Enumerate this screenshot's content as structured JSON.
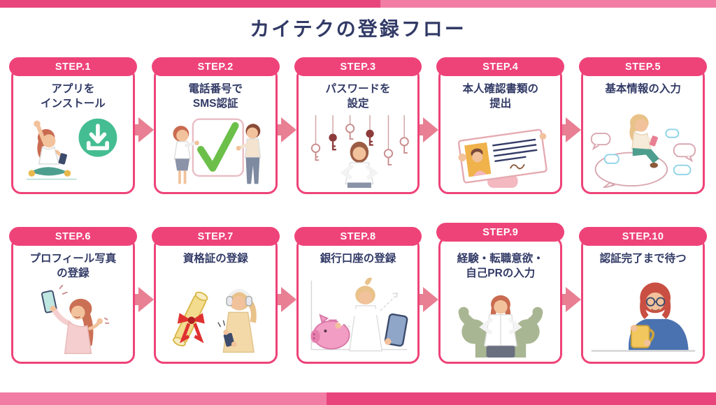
{
  "page": {
    "title": "カイテクの登録フロー",
    "colors": {
      "accent_pink": "#ee4379",
      "bar_dark_pink": "#e8457d",
      "bar_light_pink": "#f27da4",
      "arrow_rose": "#e87f93",
      "text_navy": "#323a66",
      "check_green": "#6cc04a",
      "download_green": "#45bd92"
    },
    "decor": {
      "arrow_icon": "arrow-right-icon",
      "top_bar": "two-tone-pink-bar",
      "bottom_bar": "two-tone-pink-bar"
    }
  },
  "steps": [
    {
      "label": "STEP.1",
      "text": "アプリを\nインストール",
      "illustration": "woman-celebrating-with-phone-and-download-icon"
    },
    {
      "label": "STEP.2",
      "text": "電話番号で\nSMS認証",
      "illustration": "two-people-with-green-checkmark"
    },
    {
      "label": "STEP.3",
      "text": "パスワードを\n設定",
      "illustration": "woman-with-hanging-keys"
    },
    {
      "label": "STEP.4",
      "text": "本人確認書類の\n提出",
      "illustration": "woman-holding-id-card"
    },
    {
      "label": "STEP.5",
      "text": "基本情報の入力",
      "illustration": "woman-on-speech-bubble-with-phone"
    },
    {
      "label": "STEP.6",
      "text": "プロフィール写真\nの登録",
      "illustration": "woman-taking-selfie"
    },
    {
      "label": "STEP.7",
      "text": "資格証の登録",
      "illustration": "diploma-scroll-and-woman-with-headphones"
    },
    {
      "label": "STEP.8",
      "text": "銀行口座の登録",
      "illustration": "woman-with-piggy-bank-and-phone"
    },
    {
      "label": "STEP.9",
      "text": "経験・転職意欲・\n自己PRの入力",
      "illustration": "woman-with-strong-arms"
    },
    {
      "label": "STEP.10",
      "text": "認証完了まで待つ",
      "illustration": "woman-with-glasses-holding-mug"
    }
  ]
}
